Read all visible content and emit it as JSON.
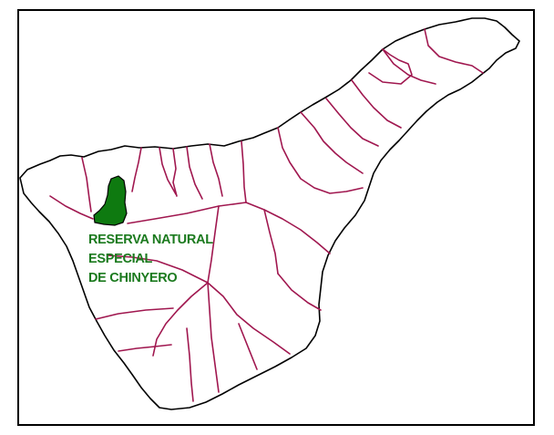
{
  "map": {
    "label_lines": [
      "RESERVA NATURAL",
      "ESPECIAL",
      "DE CHINYERO"
    ],
    "colors": {
      "frame": "#000000",
      "coastline": "#000000",
      "municipal_boundaries": "#a0174f",
      "reserve_fill": "#0e7a10",
      "label_text": "#1b7a1e",
      "background": "#ffffff"
    }
  }
}
